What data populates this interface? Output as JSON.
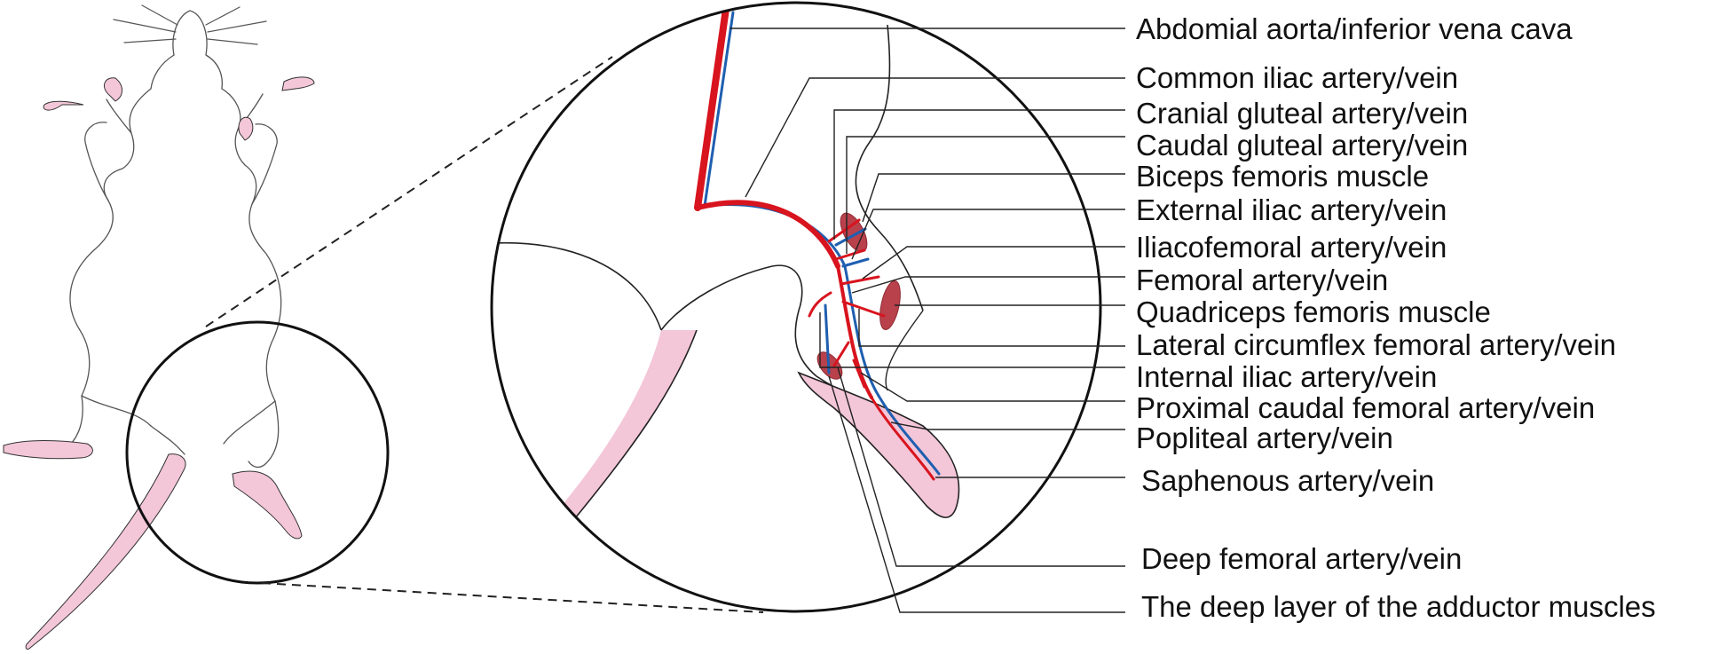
{
  "colors": {
    "artery": "#d8141e",
    "vein": "#1f5fb0",
    "muscle": "#b8414b",
    "skin": "#f3c6d8",
    "outline": "#222222"
  },
  "labels": [
    {
      "id": "abdominal-aorta",
      "text": "Abdomial aorta/inferior vena cava"
    },
    {
      "id": "common-iliac",
      "text": "Common iliac artery/vein"
    },
    {
      "id": "cranial-gluteal",
      "text": "Cranial gluteal artery/vein"
    },
    {
      "id": "caudal-gluteal",
      "text": "Caudal gluteal artery/vein"
    },
    {
      "id": "biceps-femoris",
      "text": "Biceps femoris muscle"
    },
    {
      "id": "external-iliac",
      "text": "External iliac artery/vein"
    },
    {
      "id": "iliacofemoral",
      "text": "Iliacofemoral artery/vein"
    },
    {
      "id": "femoral",
      "text": "Femoral artery/vein"
    },
    {
      "id": "quadriceps-femoris",
      "text": "Quadriceps femoris muscle"
    },
    {
      "id": "lateral-circumflex-femoral",
      "text": "Lateral circumflex femoral artery/vein"
    },
    {
      "id": "internal-iliac",
      "text": "Internal iliac artery/vein"
    },
    {
      "id": "proximal-caudal-femoral",
      "text": "Proximal caudal femoral artery/vein"
    },
    {
      "id": "popliteal",
      "text": "Popliteal artery/vein"
    },
    {
      "id": "saphenous",
      "text": "Saphenous artery/vein"
    },
    {
      "id": "deep-femoral",
      "text": "Deep femoral artery/vein"
    },
    {
      "id": "adductor-deep-layer",
      "text": "The deep layer of the adductor muscles"
    }
  ]
}
